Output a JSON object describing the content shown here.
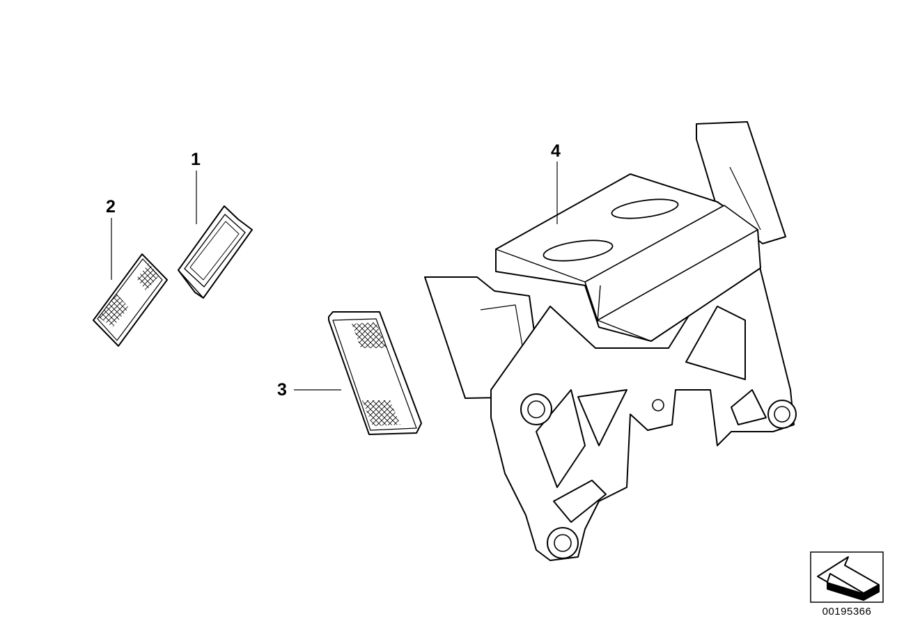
{
  "diagram": {
    "callouts": [
      {
        "id": "1",
        "label": "1"
      },
      {
        "id": "2",
        "label": "2"
      },
      {
        "id": "3",
        "label": "3"
      },
      {
        "id": "4",
        "label": "4"
      }
    ],
    "part_number": "00195366",
    "orientation_icon": "direction-arrow-icon",
    "colors": {
      "line": "#000000",
      "background": "#ffffff"
    }
  }
}
